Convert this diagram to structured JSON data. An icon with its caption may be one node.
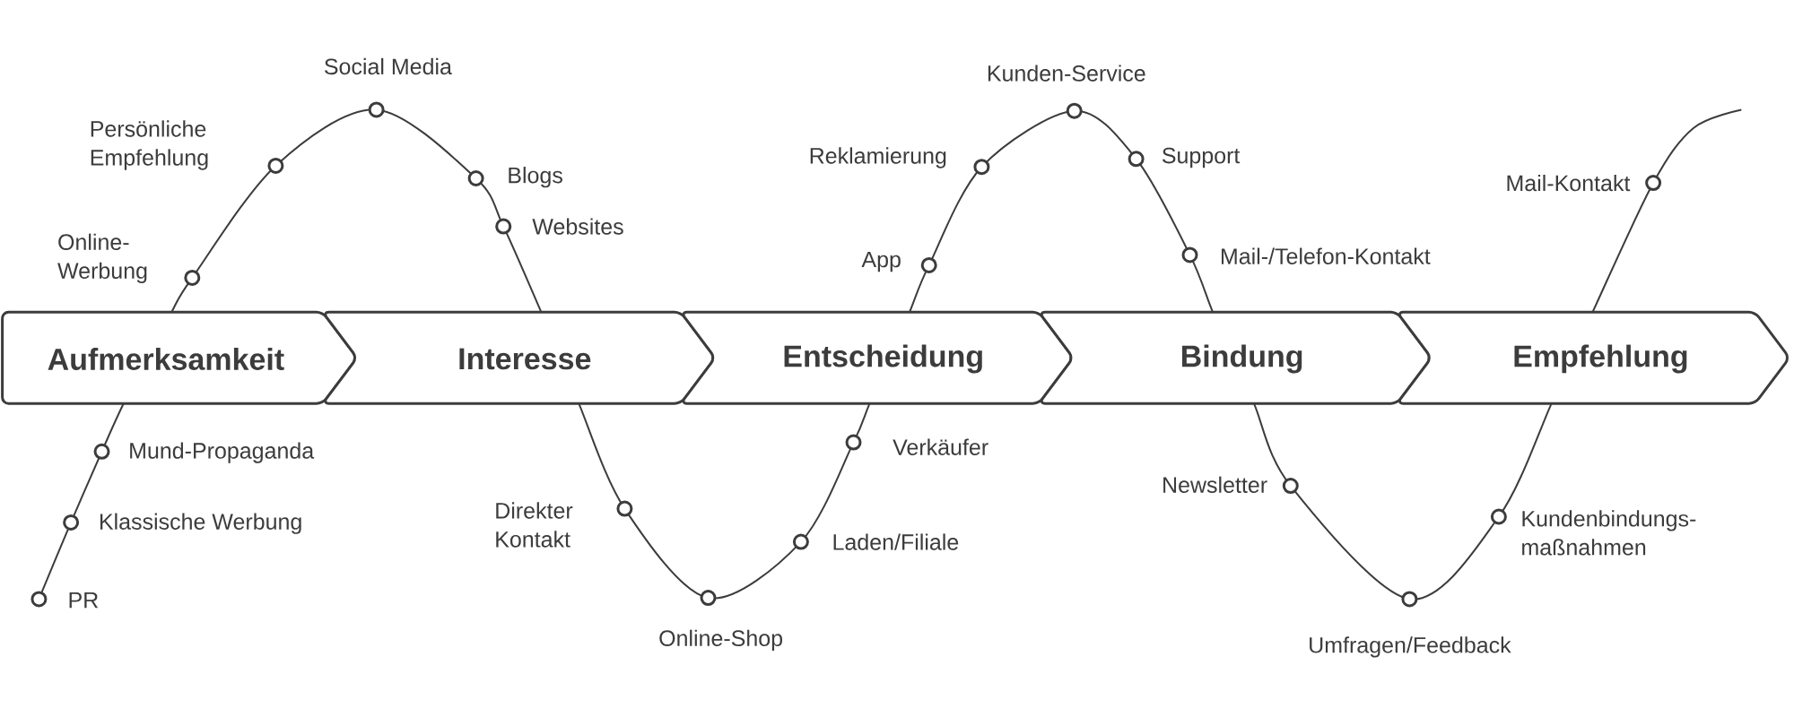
{
  "diagram": {
    "nodes": [
      {
        "text": [
          "Aufmerksamkeit"
        ]
      },
      {
        "text": [
          "Interesse"
        ]
      },
      {
        "text": [
          "Entscheidung"
        ]
      },
      {
        "text": [
          "Bindung"
        ]
      },
      {
        "text": [
          "Empfehlung"
        ]
      },
      {
        "text": [
          "Online- Werbung"
        ]
      },
      {
        "text": [
          "Persönliche Empfehlung"
        ]
      },
      {
        "text": [
          "Social Media"
        ]
      },
      {
        "text": [
          "Blogs"
        ]
      },
      {
        "text": [
          "Websites"
        ]
      },
      {
        "text": [
          "Mund-Propaganda"
        ]
      },
      {
        "text": [
          "Klassische Werbung"
        ]
      },
      {
        "text": [
          "PR"
        ]
      },
      {
        "text": [
          "Direkter Kontakt"
        ]
      },
      {
        "text": [
          "Online-Shop"
        ]
      },
      {
        "text": [
          "Verkäufer"
        ]
      },
      {
        "text": [
          "Laden/Filiale"
        ]
      },
      {
        "text": [
          "App"
        ]
      },
      {
        "text": [
          "Reklamierung"
        ]
      },
      {
        "text": [
          "Kunden-Service"
        ]
      },
      {
        "text": [
          "Support"
        ]
      },
      {
        "text": [
          "Mail-/Telefon-Kontakt"
        ]
      },
      {
        "text": [
          "Newsletter"
        ]
      },
      {
        "text": [
          "Umfragen/Feedback"
        ]
      },
      {
        "text": [
          "Kundenbindungs- maßnahmen"
        ]
      },
      {
        "text": [
          "Mail-Kontakt"
        ]
      }
    ]
  }
}
